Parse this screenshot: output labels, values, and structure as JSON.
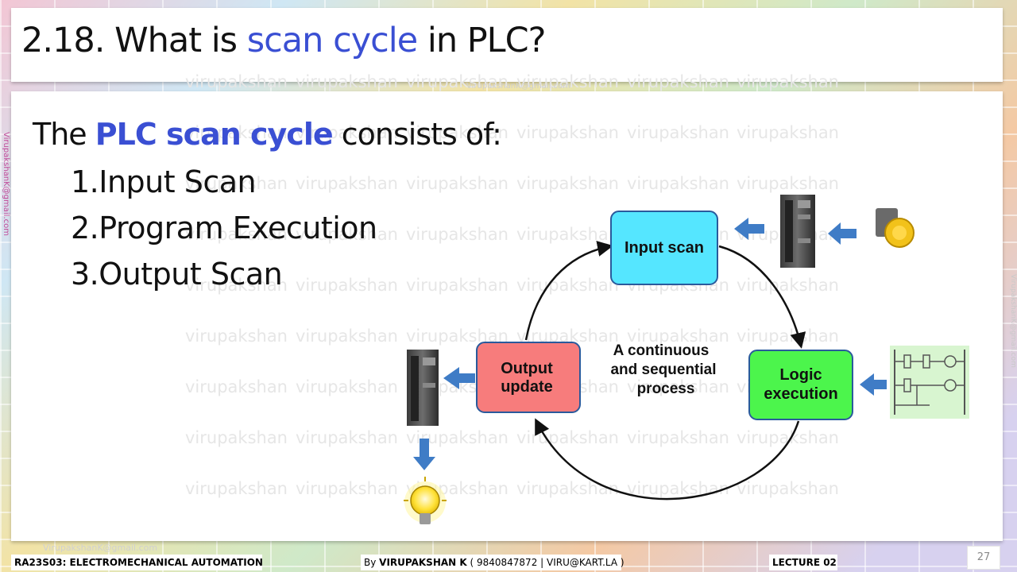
{
  "slide": {
    "title_prefix": "2.18. What is ",
    "title_highlight": "scan cycle",
    "title_suffix": " in PLC?",
    "intro_prefix": "The ",
    "intro_highlight": "PLC scan cycle",
    "intro_suffix": " consists of:",
    "steps": [
      "1.Input Scan",
      "2.Program Execution",
      "3.Output Scan"
    ]
  },
  "diagram": {
    "input_scan": "Input scan",
    "logic_line1": "Logic",
    "logic_line2": "execution",
    "output_line1": "Output",
    "output_line2": "update",
    "center_line1": "A continuous",
    "center_line2": "and sequential",
    "center_line3": "process"
  },
  "watermark": {
    "word": "virupakshan",
    "email": "VirupakshanK@gmail.com",
    "top_email": "VirupakshanK@gmail.com"
  },
  "footer": {
    "course": "RA23S03:   ELECTROMECHANICAL AUTOMATION",
    "by_label": "By ",
    "author": "VIRUPAKSHAN K",
    "contact": " ( 9840847872   | VIRU@KART.LA )",
    "lecture": "LECTURE 02",
    "page_number": "27"
  },
  "colors": {
    "highlight": "#3a4fd3",
    "input_box": "#55e6ff",
    "logic_box": "#4cf54c",
    "output_box": "#f77c7c",
    "arrow_blue": "#3f7cc6"
  }
}
